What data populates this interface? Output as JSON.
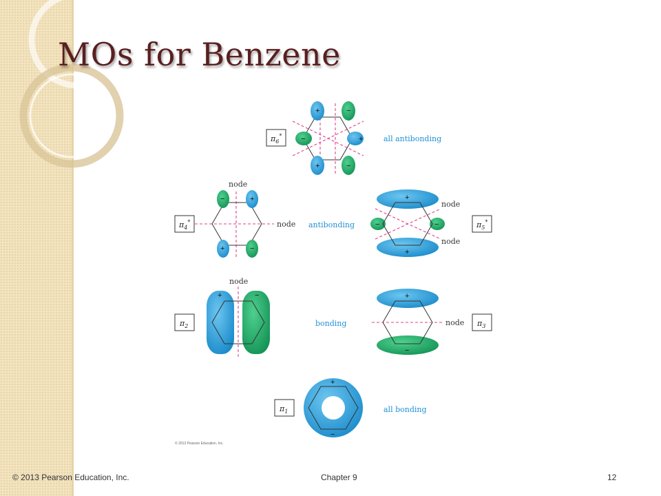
{
  "title": "MOs for Benzene",
  "footer": {
    "copyright": "© 2013 Pearson Education, Inc.",
    "chapter": "Chapter 9",
    "page": "12"
  },
  "figure_credit": "© 2013 Pearson Education, Inc.",
  "colors": {
    "sidebar": "#f3e3bf",
    "title": "#5a1f1f",
    "lobe_blue": "#2a9fd6",
    "lobe_green": "#1fae6a",
    "node_line": "#e0408a",
    "label_blue": "#1f8fd6"
  },
  "orbitals": {
    "pi6": {
      "name": "π",
      "sub": "6",
      "sup": "*",
      "caption": "all antibonding"
    },
    "pi4": {
      "name": "π",
      "sub": "4",
      "sup": "*",
      "node_top": "node",
      "node_side": "node"
    },
    "pi45_caption": "antibonding",
    "pi5": {
      "name": "π",
      "sub": "5",
      "sup": "*",
      "node_upper": "node",
      "node_lower": "node"
    },
    "pi2": {
      "name": "π",
      "sub": "2",
      "node_top": "node"
    },
    "pi23_caption": "bonding",
    "pi3": {
      "name": "π",
      "sub": "3",
      "node_side": "node"
    },
    "pi1": {
      "name": "π",
      "sub": "1",
      "caption": "all bonding"
    }
  },
  "signs": {
    "plus": "+",
    "minus": "−"
  }
}
